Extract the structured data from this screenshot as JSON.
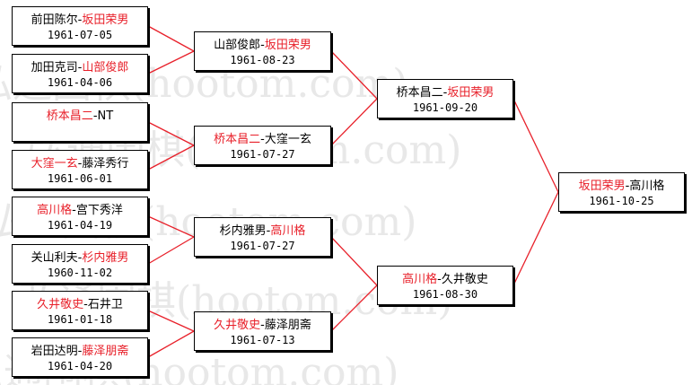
{
  "watermark": "弘通围棋(hootom.com)",
  "colors": {
    "winner": "#e8202a",
    "connector": "#e8202a",
    "border": "#000000"
  },
  "round1": [
    {
      "p1": "前田陈尔",
      "p2": "坂田荣男",
      "winner": 2,
      "date": "1961-07-05"
    },
    {
      "p1": "加田克司",
      "p2": "山部俊郎",
      "winner": 2,
      "date": "1961-04-06"
    },
    {
      "p1": "桥本昌二",
      "p2": "NT",
      "winner": 1,
      "date": ""
    },
    {
      "p1": "大窪一玄",
      "p2": "藤泽秀行",
      "winner": 1,
      "date": "1961-06-01"
    },
    {
      "p1": "高川格",
      "p2": "宫下秀洋",
      "winner": 1,
      "date": "1961-04-19"
    },
    {
      "p1": "关山利夫",
      "p2": "杉内雅男",
      "winner": 2,
      "date": "1960-11-02"
    },
    {
      "p1": "久井敬史",
      "p2": "石井卫",
      "winner": 1,
      "date": "1961-01-18"
    },
    {
      "p1": "岩田达明",
      "p2": "藤泽朋斋",
      "winner": 2,
      "date": "1961-04-20"
    }
  ],
  "round2": [
    {
      "p1": "山部俊郎",
      "p2": "坂田荣男",
      "winner": 2,
      "date": "1961-08-23"
    },
    {
      "p1": "桥本昌二",
      "p2": "大窪一玄",
      "winner": 1,
      "date": "1961-07-27"
    },
    {
      "p1": "杉内雅男",
      "p2": "高川格",
      "winner": 2,
      "date": "1961-07-27"
    },
    {
      "p1": "久井敬史",
      "p2": "藤泽朋斋",
      "winner": 1,
      "date": "1961-07-13"
    }
  ],
  "round3": [
    {
      "p1": "桥本昌二",
      "p2": "坂田荣男",
      "winner": 2,
      "date": "1961-09-20"
    },
    {
      "p1": "高川格",
      "p2": "久井敬史",
      "winner": 1,
      "date": "1961-08-30"
    }
  ],
  "final": [
    {
      "p1": "坂田荣男",
      "p2": "高川格",
      "winner": 1,
      "date": "1961-10-25"
    }
  ]
}
